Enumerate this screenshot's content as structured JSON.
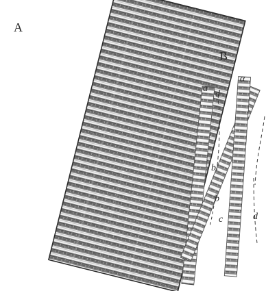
{
  "figure": {
    "panel_a_label": "A",
    "panel_b_label": "B",
    "annotations": {
      "a_left": "a",
      "d_top": "d",
      "alpha_right": "α",
      "b_mid": "b",
      "b_lower": "b",
      "c_lower": "c",
      "d_bottom": "d"
    },
    "colors": {
      "ink": "#2a2a2a",
      "dark_band": "#4a4a4a",
      "mid_band": "#8a8a8a",
      "light_band": "#e6e6e6",
      "paper": "#ffffff"
    }
  }
}
